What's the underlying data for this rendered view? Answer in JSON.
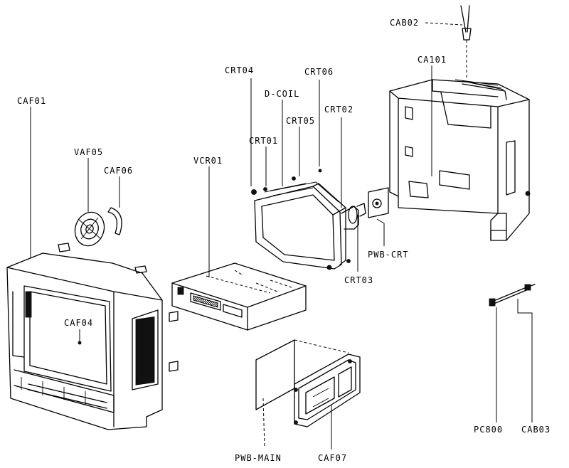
{
  "labels": {
    "cab02": "CAB02",
    "ca101": "CA101",
    "crt04": "CRT04",
    "crt06": "CRT06",
    "dcoil": "D-COIL",
    "crt02": "CRT02",
    "crt05": "CRT05",
    "crt01": "CRT01",
    "caf01": "CAF01",
    "vaf05": "VAF05",
    "caf06": "CAF06",
    "vcr01": "VCR01",
    "pwbcrt": "PWB-CRT",
    "crt03": "CRT03",
    "caf04": "CAF04",
    "pc800": "PC800",
    "cab03": "CAB03",
    "pwbmain": "PWB-MAIN",
    "caf07": "CAF07"
  }
}
